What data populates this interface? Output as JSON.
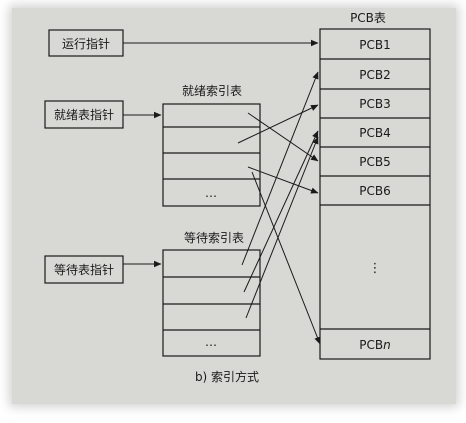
{
  "diagram": {
    "pcb_table_title": "PCB表",
    "pcb_rows": [
      "PCB1",
      "PCB2",
      "PCB3",
      "PCB4",
      "PCB5",
      "PCB6"
    ],
    "pcb_vertical_ellipsis": "⋮",
    "pcb_last_prefix": "PCB",
    "pcb_last_suffix": "n",
    "run_pointer_label": "运行指针",
    "ready_pointer_label": "就绪表指针",
    "wait_pointer_label": "等待表指针",
    "ready_index_title": "就绪索引表",
    "wait_index_title": "等待索引表",
    "index_ellipsis": "…",
    "caption": "b) 索引方式"
  }
}
